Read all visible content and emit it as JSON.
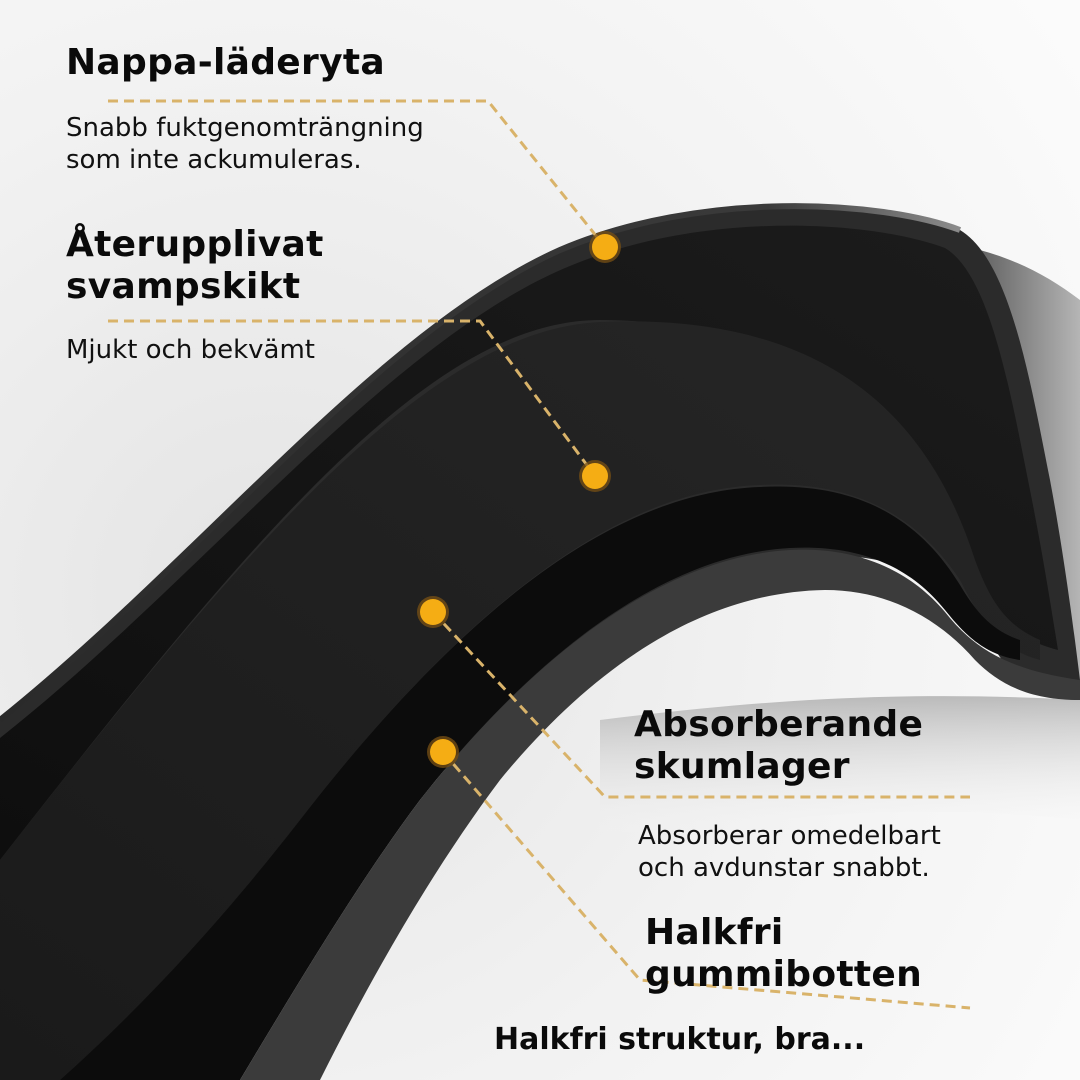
{
  "colors": {
    "accent_dot": "#f5ad14",
    "leader_line": "#d9b36a",
    "text": "#0a0a0a",
    "background": "#f4f4f4",
    "layer_dark": "#141414"
  },
  "callouts": [
    {
      "title": "Nappa-läderyta",
      "description_lines": [
        "Snabb fuktgenomträngning",
        "som inte ackumuleras."
      ],
      "icon": "dot-marker"
    },
    {
      "title_lines": [
        "Återupplivat",
        "svampskikt"
      ],
      "description_lines": [
        "Mjukt och bekvämt"
      ],
      "icon": "dot-marker"
    },
    {
      "title_lines": [
        "Absorberande",
        "skumlager"
      ],
      "description_lines": [
        "Absorberar omedelbart",
        "och avdunstar snabbt."
      ],
      "icon": "dot-marker"
    },
    {
      "title_lines": [
        "Halkfri",
        "gummibotten"
      ],
      "description_lines": [
        "Halkfri struktur, bra..."
      ],
      "icon": "dot-marker"
    }
  ]
}
